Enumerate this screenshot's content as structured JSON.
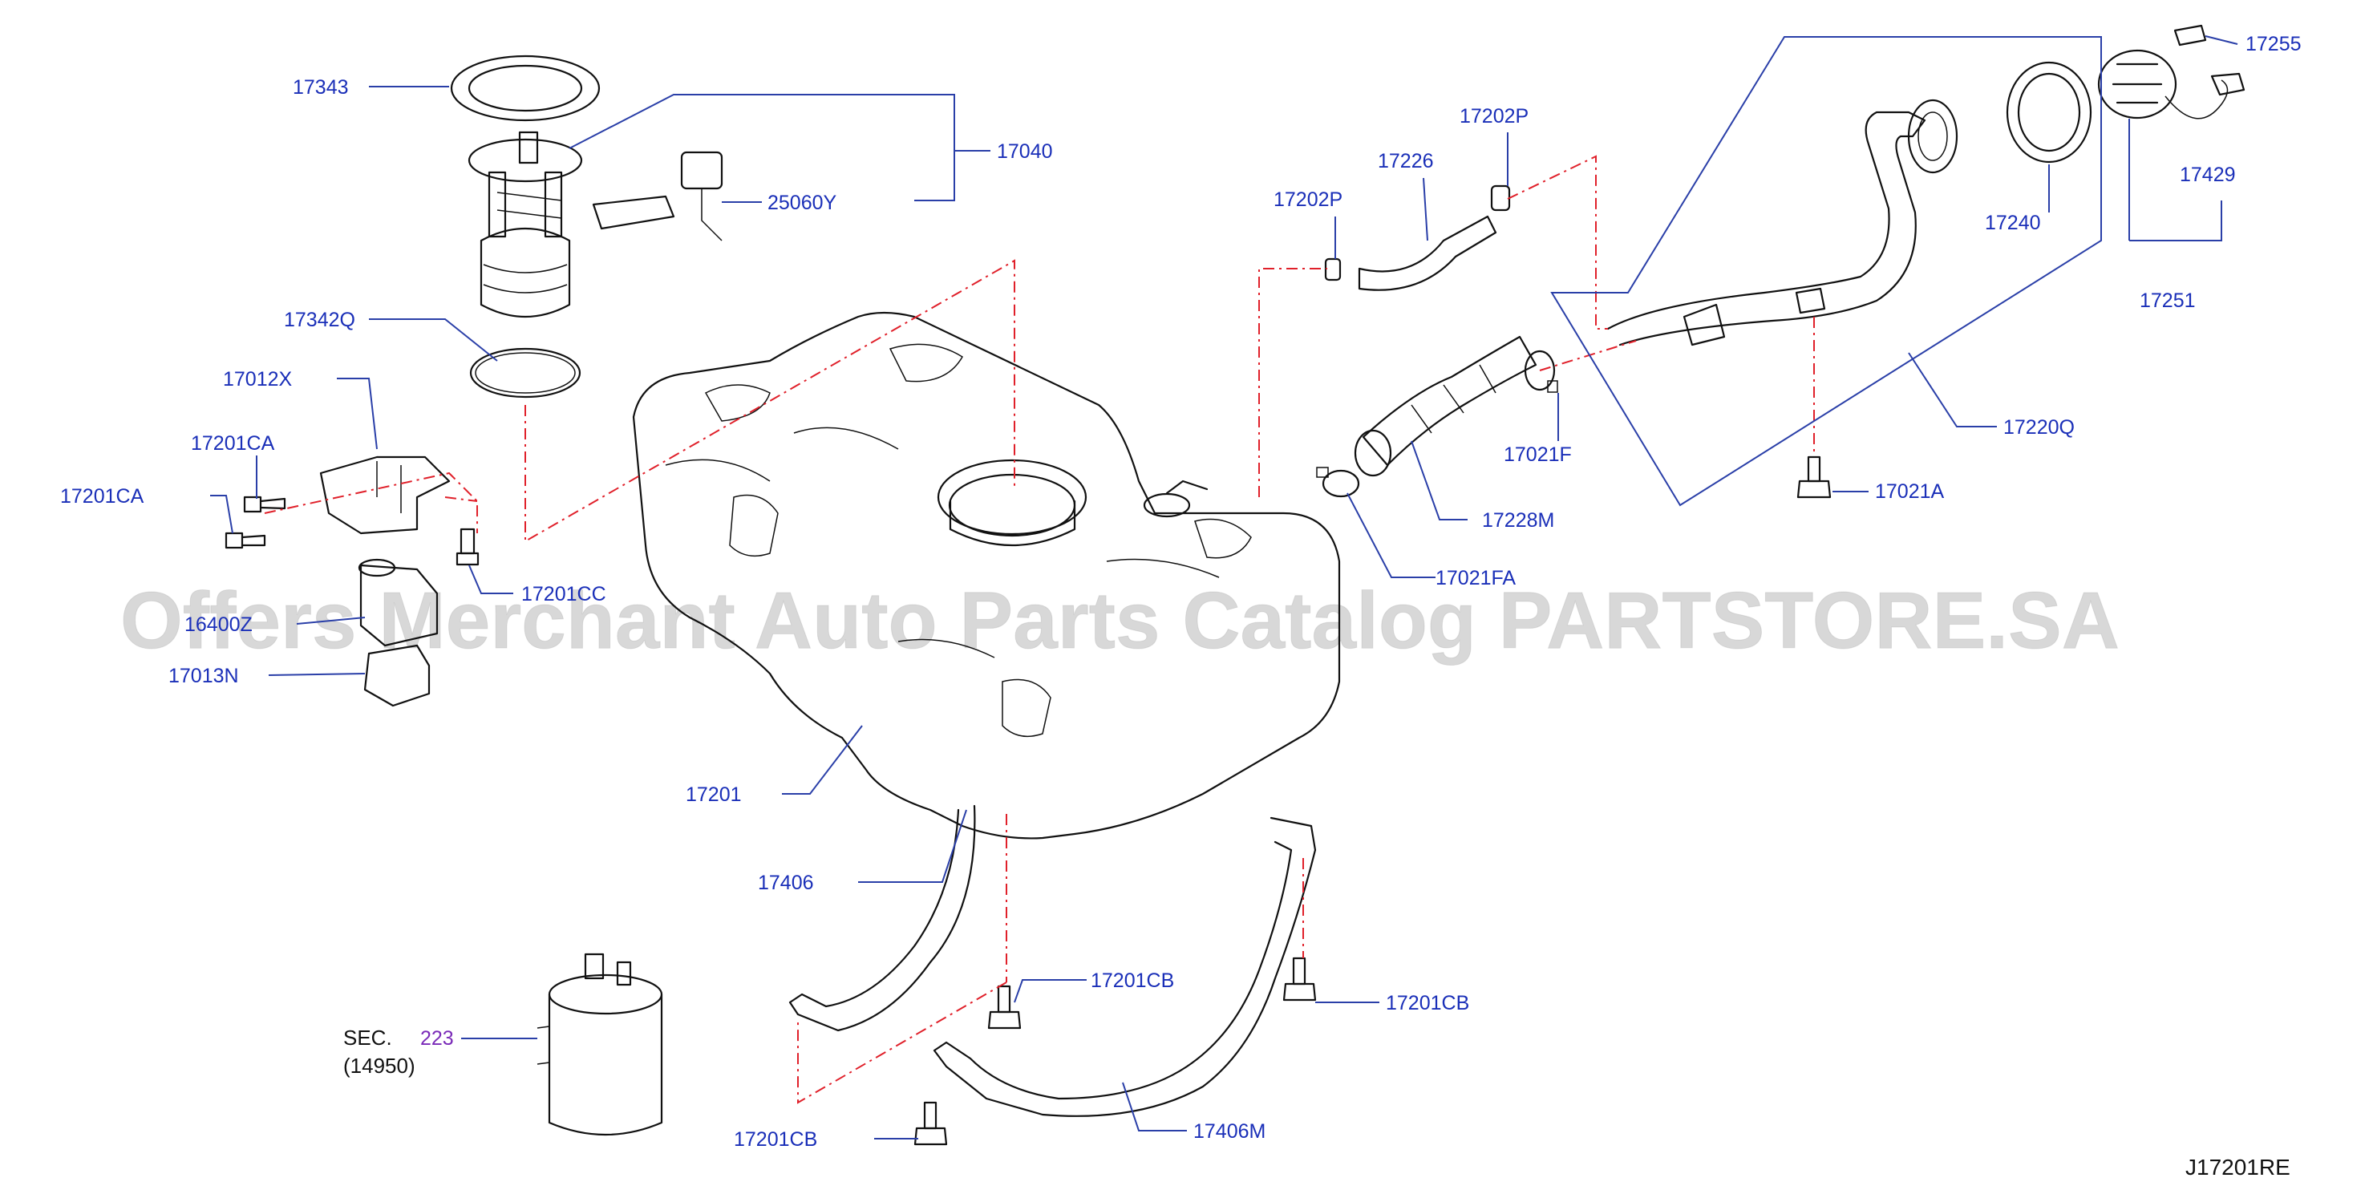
{
  "watermark": "Offers Merchant Auto Parts Catalog PARTSTORE.SA",
  "diagram_code": "J17201RE",
  "section_ref": {
    "prefix": "SEC.",
    "number": "223",
    "part": "(14950)"
  },
  "parts": [
    "17343",
    "17040",
    "25060Y",
    "17342Q",
    "17012X",
    "17201CA",
    "17201CA",
    "17201CC",
    "16400Z",
    "17013N",
    "17201",
    "17406",
    "17201CB",
    "17201CB",
    "17201CB",
    "17406M",
    "17202P",
    "17226",
    "17202P",
    "17021F",
    "17228M",
    "17021FA",
    "17220Q",
    "17021A",
    "17240",
    "17251",
    "17255",
    "17429"
  ],
  "colors": {
    "label": "#1a2fb8",
    "leader": "#2a3fa8",
    "centerline": "#e0202a",
    "line": "#111111"
  }
}
